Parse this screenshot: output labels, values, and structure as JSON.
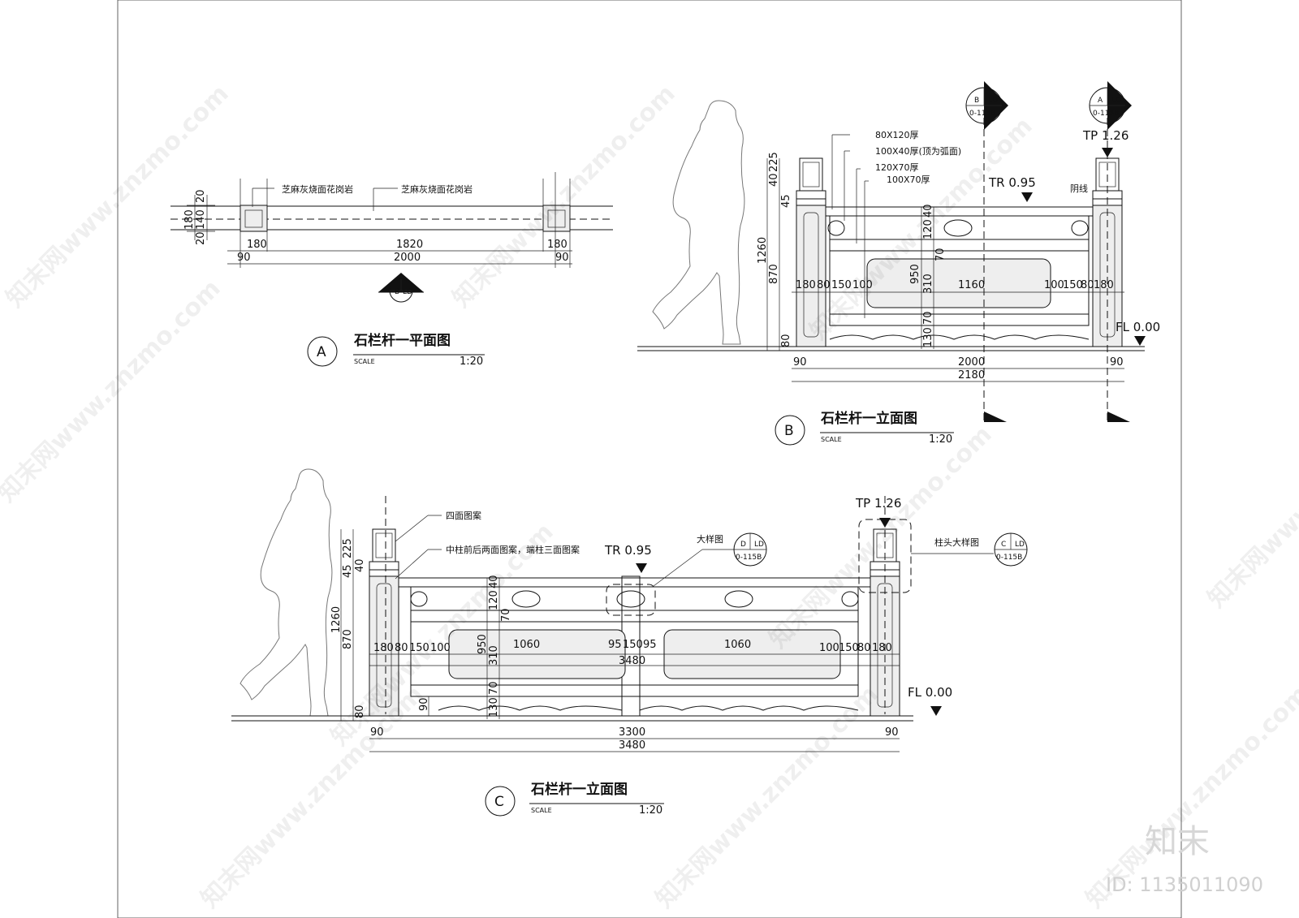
{
  "plan": {
    "note_left": "芝麻灰烧面花岗岩",
    "note_right": "芝麻灰烧面花岗岩",
    "dims_v": [
      "20",
      "140",
      "20",
      "180"
    ],
    "dims_top": [
      "180",
      "1820",
      "180"
    ],
    "dims_bottom": [
      "90",
      "2000",
      "90"
    ],
    "section_tag": {
      "letter": "B",
      "code": "LD"
    },
    "title": {
      "letter": "A",
      "name": "石栏杆一平面图",
      "scale_label": "SCALE",
      "scale": "1:20"
    }
  },
  "elevation_b": {
    "notes": [
      "80X120厚",
      "100X40厚(顶为弧面)",
      "120X70厚",
      "100X70厚"
    ],
    "shade_note": "阴线",
    "tags": [
      {
        "letter": "B",
        "code": "LD",
        "sheet": "0-115B"
      },
      {
        "letter": "A",
        "code": "LD",
        "sheet": "0-115B"
      }
    ],
    "tp": "TP  1.26",
    "tr": "TR  0.95",
    "fl": "FL  0.00",
    "dims_left": [
      "40",
      "225",
      "45",
      "1260",
      "870",
      "80"
    ],
    "dims_right_rail": [
      "40",
      "120",
      "70",
      "950",
      "310",
      "70",
      "130"
    ],
    "dims_inline": [
      "180",
      "80",
      "150",
      "100",
      "1160",
      "100",
      "150",
      "80",
      "180"
    ],
    "dims_bottom": [
      "90",
      "2000",
      "90",
      "2180"
    ],
    "title": {
      "letter": "B",
      "name": "石栏杆一立面图",
      "scale_label": "SCALE",
      "scale": "1:20"
    }
  },
  "elevation_c": {
    "note_pattern4": "四面图案",
    "note_pattern_mid": "中柱前后两面图案，端柱三面图案",
    "detail_note": "大样图",
    "post_detail_note": "柱头大样图",
    "tags": [
      {
        "letter": "D",
        "code": "LD",
        "sheet": "0-115B"
      },
      {
        "letter": "C",
        "code": "LD",
        "sheet": "0-115B"
      }
    ],
    "tp": "TP  1.26",
    "tr": "TR  0.95",
    "fl": "FL  0.00",
    "dims_left": [
      "225",
      "45",
      "40",
      "1260",
      "870",
      "80"
    ],
    "dims_rail": [
      "40",
      "120",
      "70",
      "950",
      "310",
      "70",
      "130"
    ],
    "dims_inline": [
      "180",
      "80",
      "150",
      "100",
      "1060",
      "95",
      "150",
      "95",
      "1060",
      "100",
      "150",
      "80",
      "180"
    ],
    "dim_mid_total": "3480",
    "dim_small": "90",
    "dims_bottom": [
      "90",
      "3300",
      "90",
      "3480"
    ],
    "title": {
      "letter": "C",
      "name": "石栏杆一立面图",
      "scale_label": "SCALE",
      "scale": "1:20"
    }
  },
  "watermark": {
    "text": "知末网www.znzmo.com",
    "logo": "知末",
    "image_id": "ID: 1135011090"
  }
}
